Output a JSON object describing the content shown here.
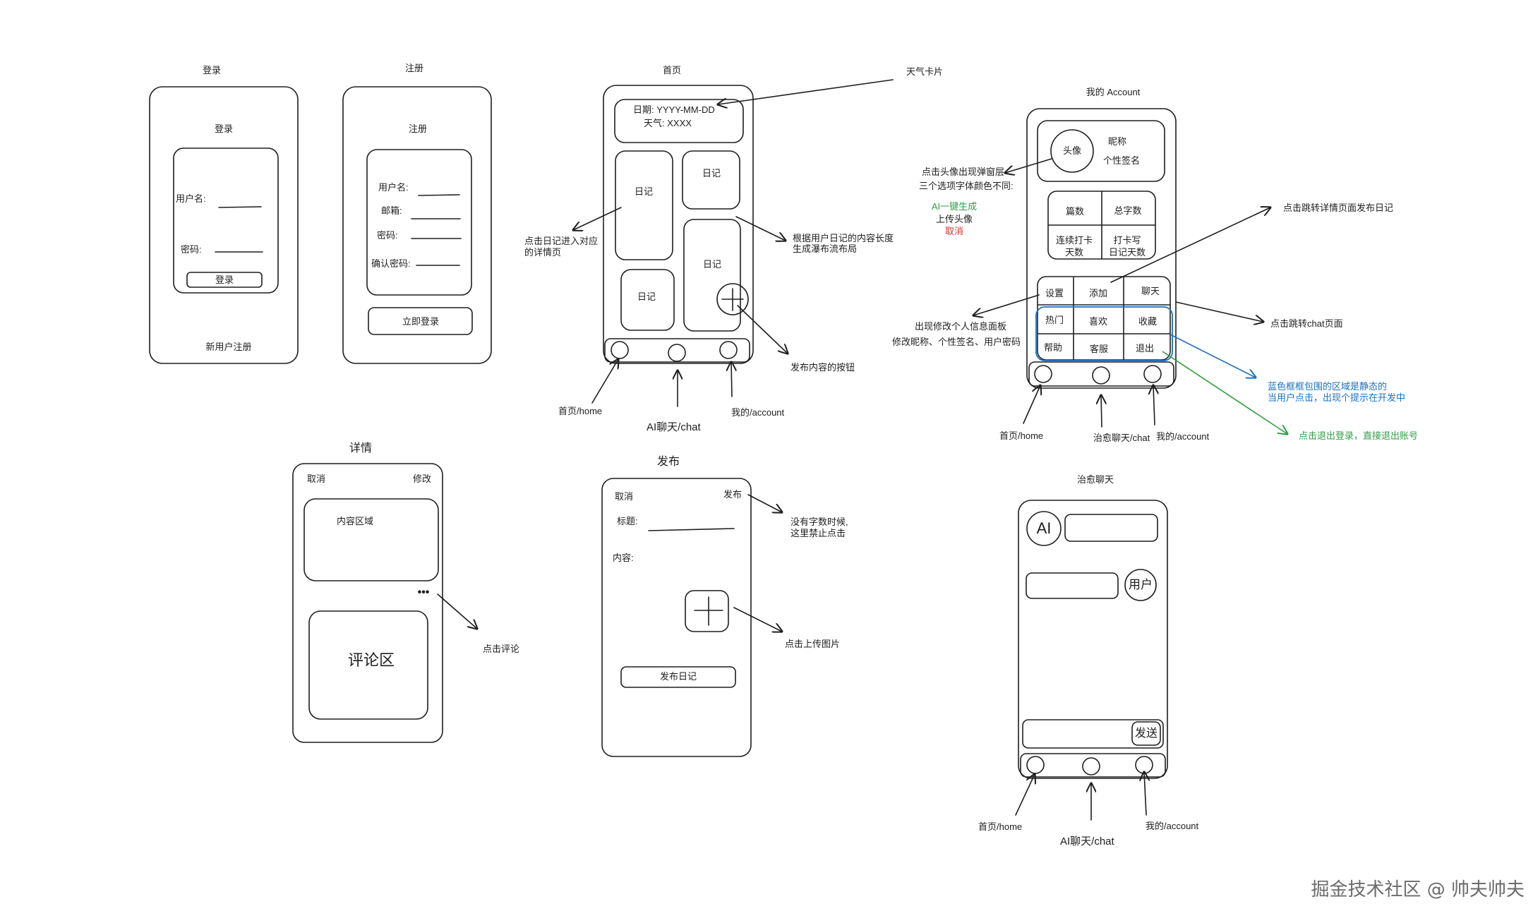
{
  "login": {
    "frame_title": "登录",
    "form_title": "登录",
    "username_label": "用户名:",
    "password_label": "密码:",
    "login_button": "登录",
    "register_link": "新用户注册"
  },
  "register": {
    "frame_title": "注册",
    "form_title": "注册",
    "username_label": "用户名:",
    "email_label": "邮箱:",
    "password_label": "密码:",
    "confirm_label": "确认密码:",
    "submit_button": "立即登录"
  },
  "home": {
    "frame_title": "首页",
    "date_text": "日期: YYYY-MM-DD",
    "weather_text": "天气: XXXX",
    "diary_cards": [
      "日记",
      "日记",
      "日记",
      "日记"
    ],
    "annotations": {
      "weather_card": "天气卡片",
      "diary_detail": [
        "点击日记进入对应",
        "的详情页"
      ],
      "waterfall": [
        "根据用户日记的内容长度",
        "生成瀑布流布局"
      ],
      "publish_button": "发布内容的按钮",
      "nav_home": "首页/home",
      "nav_chat": "AI聊天/chat",
      "nav_account": "我的/account"
    }
  },
  "account": {
    "frame_title": "我的  Account",
    "avatar": "头像",
    "nickname": "昵称",
    "signature": "个性签名",
    "stats": [
      "篇数",
      "总字数",
      "连续打卡\n天数",
      "打卡写\n日记天数"
    ],
    "grid": [
      "设置",
      "添加",
      "聊天",
      "热门",
      "喜欢",
      "收藏",
      "帮助",
      "客服",
      "退出"
    ],
    "annotations": {
      "avatar_popup": [
        "点击头像出现弹窗层",
        "三个选项字体颜色不同:"
      ],
      "popup_options": [
        "AI一键生成",
        "上传头像",
        "取消"
      ],
      "publish_diary": "点击跳转详情页面发布日记",
      "edit_profile": [
        "出现修改个人信息面板",
        "修改昵称、个性签名、用户密码"
      ],
      "chat_page": "点击跳转chat页面",
      "static_area": [
        "蓝色框框包围的区域是静态的",
        "当用户点击，出现个提示在开发中"
      ],
      "logout": "点击退出登录，直接退出账号",
      "nav_home": "首页/home",
      "nav_chat": "治愈聊天/chat",
      "nav_account": "我的/account"
    }
  },
  "detail": {
    "frame_title": "详情",
    "cancel": "取消",
    "edit": "修改",
    "content_area": "内容区域",
    "more": "•••",
    "comments": "评论区",
    "annotations": {
      "comment": "点击评论"
    }
  },
  "publish": {
    "frame_title": "发布",
    "cancel": "取消",
    "publish": "发布",
    "title_label": "标题:",
    "content_label": "内容:",
    "submit_button": "发布日记",
    "annotations": {
      "disabled": [
        "没有字数时候,",
        "这里禁止点击"
      ],
      "upload": "点击上传图片"
    }
  },
  "chat": {
    "frame_title": "治愈聊天",
    "ai_avatar": "AI",
    "user_avatar": "用户",
    "send_button": "发送",
    "annotations": {
      "nav_home": "首页/home",
      "nav_chat": "AI聊天/chat",
      "nav_account": "我的/account"
    }
  },
  "watermark": "掘金技术社区 @ 帅夫帅夫",
  "colors": {
    "ink": "#1e1e1e",
    "green": "#2f9e44",
    "red": "#e03131",
    "blue": "#1971c2"
  }
}
